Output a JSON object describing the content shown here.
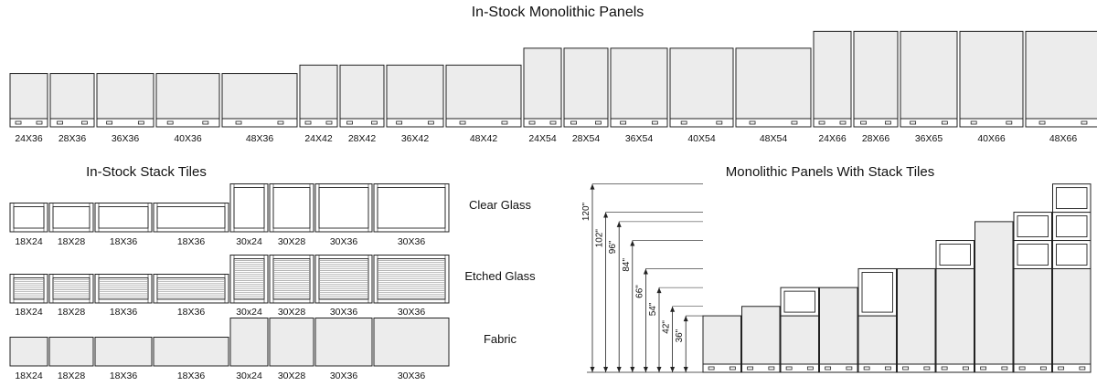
{
  "titles": {
    "monolithic": "In-Stock Monolithic Panels",
    "stack": "In-Stock Stack Tiles",
    "combo": "Monolithic Panels With Stack Tiles"
  },
  "colors": {
    "stroke": "#222222",
    "panel_fill": "#ececec",
    "base_fill": "#ffffff",
    "stripe": "#9a9a9a",
    "tile_fill": "#ffffff"
  },
  "monolithic_panels": [
    {
      "label": "24X36",
      "width_in": 24,
      "height_in": 36
    },
    {
      "label": "28X36",
      "width_in": 28,
      "height_in": 36
    },
    {
      "label": "36X36",
      "width_in": 36,
      "height_in": 36
    },
    {
      "label": "40X36",
      "width_in": 40,
      "height_in": 36
    },
    {
      "label": "48X36",
      "width_in": 48,
      "height_in": 36
    },
    {
      "label": "24X42",
      "width_in": 24,
      "height_in": 42
    },
    {
      "label": "28X42",
      "width_in": 28,
      "height_in": 42
    },
    {
      "label": "36X42",
      "width_in": 36,
      "height_in": 42
    },
    {
      "label": "48X42",
      "width_in": 48,
      "height_in": 42
    },
    {
      "label": "24X54",
      "width_in": 24,
      "height_in": 54
    },
    {
      "label": "28X54",
      "width_in": 28,
      "height_in": 54
    },
    {
      "label": "36X54",
      "width_in": 36,
      "height_in": 54
    },
    {
      "label": "40X54",
      "width_in": 40,
      "height_in": 54
    },
    {
      "label": "48X54",
      "width_in": 48,
      "height_in": 54
    },
    {
      "label": "24X66",
      "width_in": 24,
      "height_in": 66
    },
    {
      "label": "28X66",
      "width_in": 28,
      "height_in": 66
    },
    {
      "label": "36X65",
      "width_in": 36,
      "height_in": 66
    },
    {
      "label": "40X66",
      "width_in": 40,
      "height_in": 66
    },
    {
      "label": "48X66",
      "width_in": 48,
      "height_in": 66
    }
  ],
  "stack_tiles": {
    "rows": [
      {
        "label": "Clear Glass",
        "style": "clear"
      },
      {
        "label": "Etched Glass",
        "style": "etched"
      },
      {
        "label": "Fabric",
        "style": "fabric"
      }
    ],
    "tiles": [
      {
        "label": "18X24",
        "height_in": 18,
        "width_in": 24
      },
      {
        "label": "18X28",
        "height_in": 18,
        "width_in": 28
      },
      {
        "label": "18X36",
        "height_in": 18,
        "width_in": 36
      },
      {
        "label": "18X36",
        "height_in": 18,
        "width_in": 48
      },
      {
        "label": "30x24",
        "height_in": 30,
        "width_in": 24
      },
      {
        "label": "30X28",
        "height_in": 30,
        "width_in": 28
      },
      {
        "label": "30X36",
        "height_in": 30,
        "width_in": 36
      },
      {
        "label": "30X36",
        "height_in": 30,
        "width_in": 48
      }
    ]
  },
  "combo": {
    "dimension_labels": [
      "36\"",
      "42\"",
      "54\"",
      "66\"",
      "84\"",
      "96\"",
      "102\"",
      "120\""
    ],
    "dimension_values_in": [
      36,
      42,
      54,
      66,
      84,
      96,
      102,
      120
    ],
    "columns": [
      {
        "panel_in": 36,
        "tiles_in": []
      },
      {
        "panel_in": 42,
        "tiles_in": []
      },
      {
        "panel_in": 36,
        "tiles_in": [
          18
        ]
      },
      {
        "panel_in": 54,
        "tiles_in": []
      },
      {
        "panel_in": 36,
        "tiles_in": [
          30
        ]
      },
      {
        "panel_in": 66,
        "tiles_in": []
      },
      {
        "panel_in": 66,
        "tiles_in": [
          18
        ]
      },
      {
        "panel_in": 96,
        "tiles_in": []
      },
      {
        "panel_in": 66,
        "tiles_in": [
          18,
          18
        ]
      },
      {
        "panel_in": 66,
        "tiles_in": [
          18,
          18,
          18
        ]
      }
    ]
  }
}
